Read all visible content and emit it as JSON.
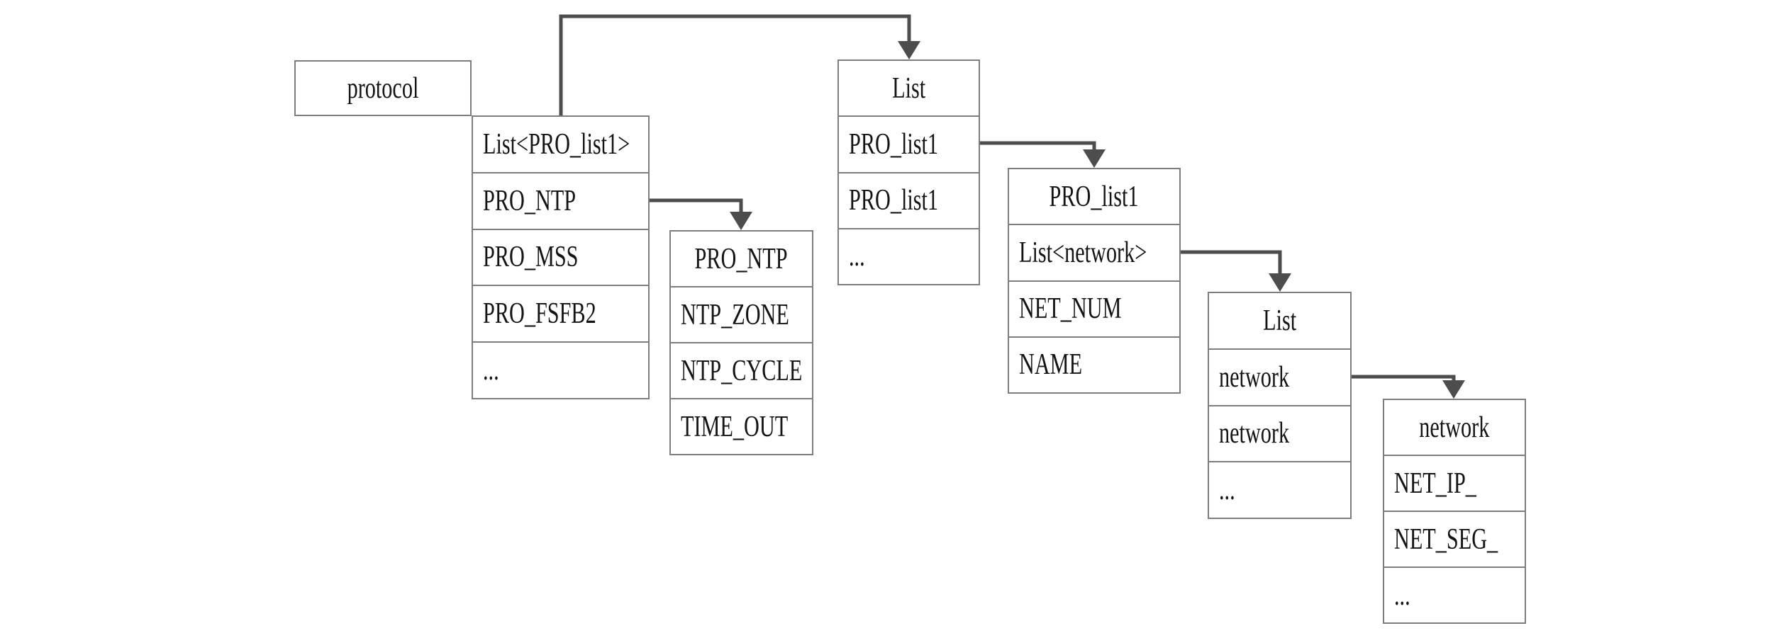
{
  "colors": {
    "background": "#ffffff",
    "border": "#7d7d7d",
    "arrow": "#4d4d4d",
    "text": "#141414"
  },
  "diagram": {
    "protocol": {
      "title": "protocol"
    },
    "protocol_fields": {
      "rows": [
        "List<PRO_list1>",
        "PRO_NTP",
        "PRO_MSS",
        "PRO_FSFB2",
        "..."
      ]
    },
    "pro_ntp": {
      "header": "PRO_NTP",
      "rows": [
        "NTP_ZONE",
        "NTP_CYCLE",
        "TIME_OUT"
      ]
    },
    "list1": {
      "header": "List",
      "rows": [
        "PRO_list1",
        "PRO_list1",
        "..."
      ]
    },
    "pro_list1": {
      "header": "PRO_list1",
      "rows": [
        "List<network>",
        "NET_NUM",
        "NAME"
      ]
    },
    "list2": {
      "header": "List",
      "rows": [
        "network",
        "network",
        "..."
      ]
    },
    "network": {
      "header": "network",
      "rows": [
        "NET_IP_",
        "NET_SEG_",
        "..."
      ]
    }
  }
}
